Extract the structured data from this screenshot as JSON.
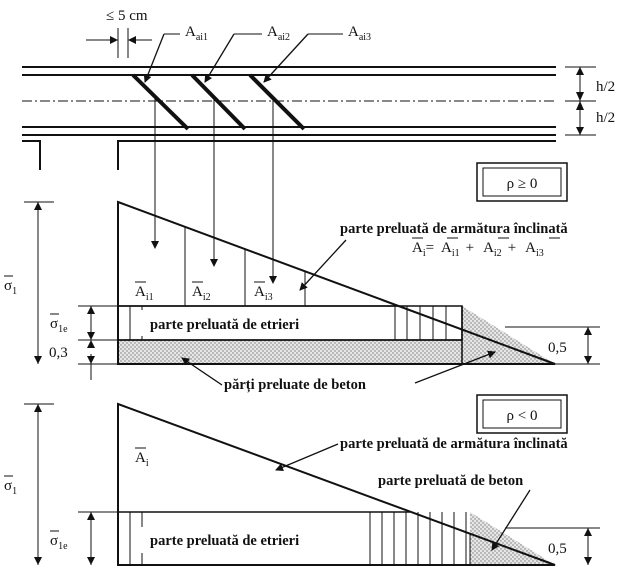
{
  "dimension": {
    "spacing_label": "≤ 5 cm",
    "half_height": "h/2"
  },
  "bars": [
    {
      "main": "A",
      "sub": "ai1"
    },
    {
      "main": "A",
      "sub": "ai2"
    },
    {
      "main": "A",
      "sub": "ai3"
    }
  ],
  "case_top": {
    "condition": "ρ ≥ 0",
    "sigma1": {
      "main": "σ",
      "sub": "1"
    },
    "sigma1e": {
      "main": "σ",
      "sub": "1e"
    },
    "factor_left": "0,3",
    "factor_right": "0,5",
    "zone_labels": [
      {
        "main": "A",
        "sub": "i1"
      },
      {
        "main": "A",
        "sub": "i2"
      },
      {
        "main": "A",
        "sub": "i3"
      }
    ],
    "inclined_label": "parte preluată de armătura înclinată",
    "formula": {
      "lhs": "A",
      "lhs_sub": "i",
      "eq": "=",
      "t1": "A",
      "t1_sub": "i1",
      "plus1": "+",
      "t2": "A",
      "t2_sub": "i2",
      "plus2": "+",
      "t3": "A",
      "t3_sub": "i3"
    },
    "stirrups_label": "parte preluată de etrieri",
    "concrete_label": "părți preluate de beton"
  },
  "case_bottom": {
    "condition": "ρ < 0",
    "sigma1": {
      "main": "σ",
      "sub": "1"
    },
    "sigma1e": {
      "main": "σ",
      "sub": "1e"
    },
    "factor_right": "0,5",
    "zone_label": {
      "main": "A",
      "sub": "i"
    },
    "inclined_label": "parte preluată de armătura înclinată",
    "concrete_label": "parte preluată de beton",
    "stirrups_label": "parte preluată de etrieri"
  }
}
